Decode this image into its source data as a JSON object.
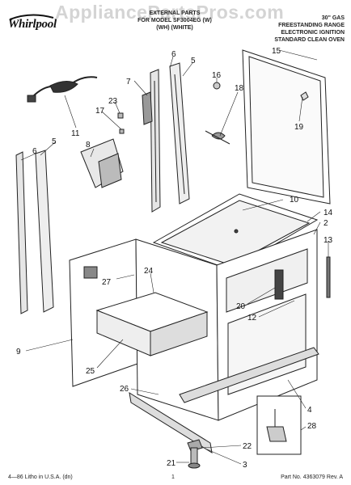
{
  "header": {
    "watermark": "AppliancePartsPros.com",
    "brand": "Whirlpool",
    "title": "EXTERNAL PARTS",
    "models_line1": "FOR MODEL SF3004EG (W)",
    "models_line2": "(WH) (WHITE)",
    "spec_line1": "30\" GAS",
    "spec_line2": "FREESTANDING RANGE",
    "spec_line3": "ELECTRONIC IGNITION",
    "spec_line4": "STANDARD CLEAN OVEN"
  },
  "callouts": {
    "c1": "15",
    "c2": "7",
    "c3": "6",
    "c4": "5",
    "c5": "16",
    "c6": "18",
    "c7": "23",
    "c8": "17",
    "c9": "8",
    "c10": "11",
    "c11": "19",
    "c12": "6",
    "c13": "5",
    "c14": "10",
    "c15": "14",
    "c16": "2",
    "c17": "13",
    "c18": "24",
    "c19": "27",
    "c20": "20",
    "c21": "12",
    "c22": "9",
    "c23": "25",
    "c24": "4",
    "c25": "26",
    "c26": "28",
    "c27": "22",
    "c28": "21",
    "c29": "3"
  },
  "footer": {
    "left": "4—86 Litho in U.S.A. (dn)",
    "page": "1",
    "right": "Part No. 4363079 Rev. A"
  }
}
